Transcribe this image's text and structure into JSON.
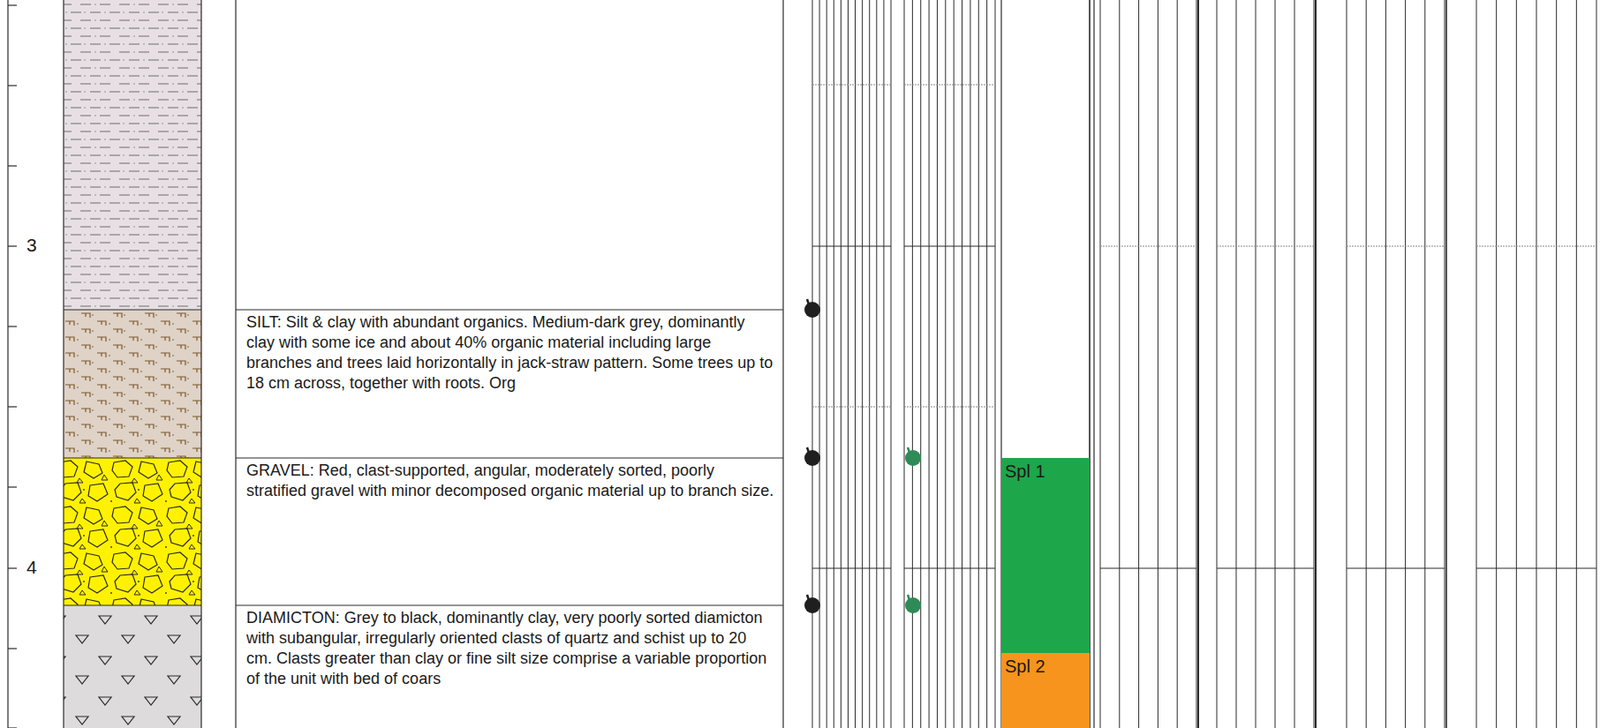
{
  "diagram": {
    "nodes": [
      {
        "text": [
          "SILT: Silt & clay with abundant organics.  Medium-dark grey, dominantly clay with some ice and about 40% organic material including large branches and trees laid horizontally in jack-straw pattern.  Some trees up to 18 cm across, together with roots.  Org"
        ]
      },
      {
        "text": [
          "GRAVEL: Red, clast-supported, angular, moderately sorted, poorly stratified gravel with minor decomposed organic material up to branch size."
        ]
      },
      {
        "text": [
          "DIAMICTON: Grey to black, dominantly clay, very poorly sorted diamicton with subangular, irregularly oriented clasts of quartz and schist up to 20 cm.  Clasts greater than clay or fine silt size comprise a variable proportion of the unit with bed of coars"
        ]
      },
      {
        "text": [
          "Spl 1"
        ]
      },
      {
        "text": [
          "Spl 2"
        ]
      }
    ],
    "labels": [
      "3",
      "4"
    ]
  }
}
